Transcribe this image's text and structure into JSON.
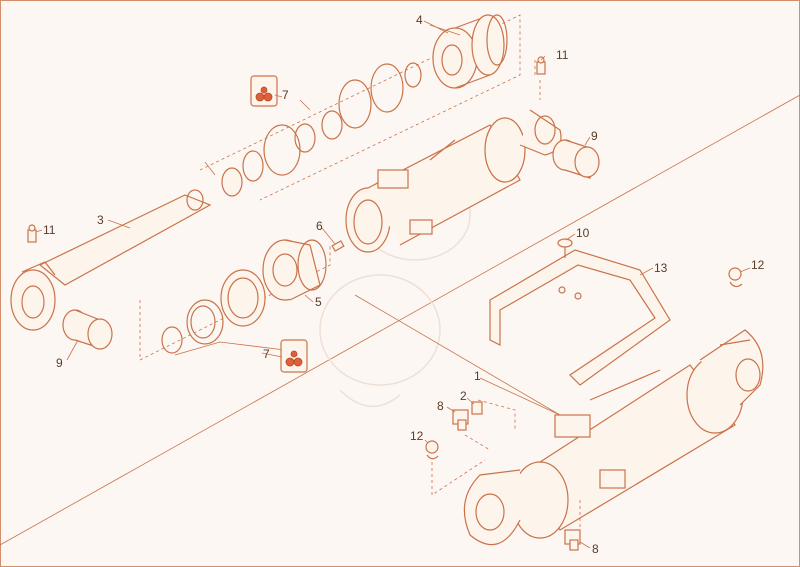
{
  "callouts": [
    {
      "id": "c4",
      "text": "4"
    },
    {
      "id": "c11a",
      "text": "11"
    },
    {
      "id": "c7a",
      "text": "7"
    },
    {
      "id": "c9a",
      "text": "9"
    },
    {
      "id": "c6",
      "text": "6"
    },
    {
      "id": "c3",
      "text": "3"
    },
    {
      "id": "c11b",
      "text": "11"
    },
    {
      "id": "c10",
      "text": "10"
    },
    {
      "id": "c13",
      "text": "13"
    },
    {
      "id": "c12a",
      "text": "12"
    },
    {
      "id": "c5",
      "text": "5"
    },
    {
      "id": "c9b",
      "text": "9"
    },
    {
      "id": "c7b",
      "text": "7"
    },
    {
      "id": "c1",
      "text": "1"
    },
    {
      "id": "c2",
      "text": "2"
    },
    {
      "id": "c8a",
      "text": "8"
    },
    {
      "id": "c12b",
      "text": "12"
    },
    {
      "id": "c8b",
      "text": "8"
    }
  ],
  "colors": {
    "line": "#c9734a",
    "accent": "#e0603a",
    "background": "#fcf7f2"
  }
}
